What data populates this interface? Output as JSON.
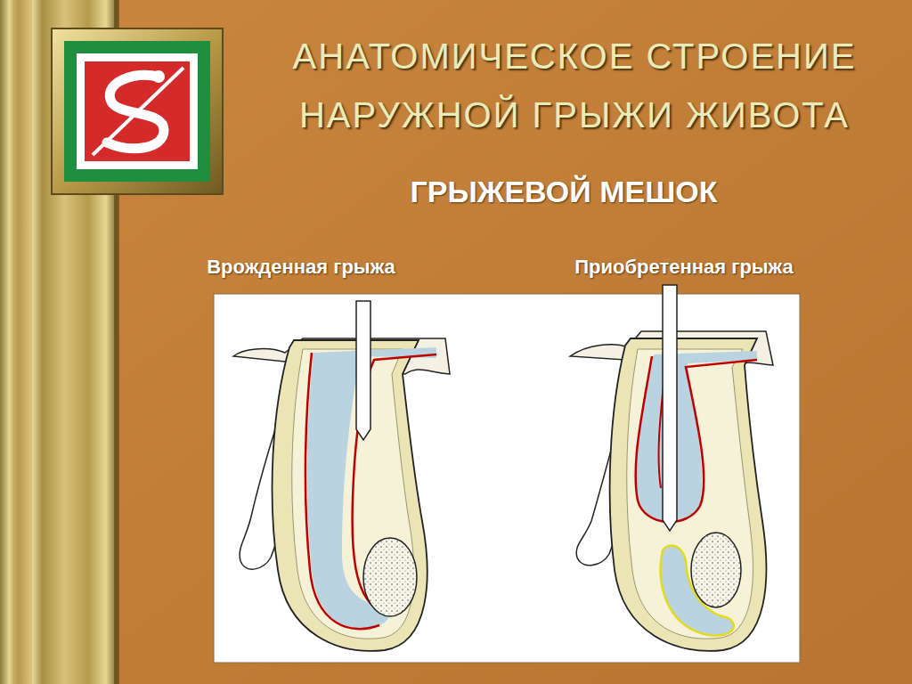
{
  "diagram": {
    "title": "АНАТОМИЧЕСКОЕ СТРОЕНИЕ НАРУЖНОЙ ГРЫЖИ ЖИВОТА",
    "labels": [
      "ГРЫЖЕВОЙ МЕШОК",
      "Врожденная грыжа",
      "Приобретенная грыжа"
    ]
  }
}
